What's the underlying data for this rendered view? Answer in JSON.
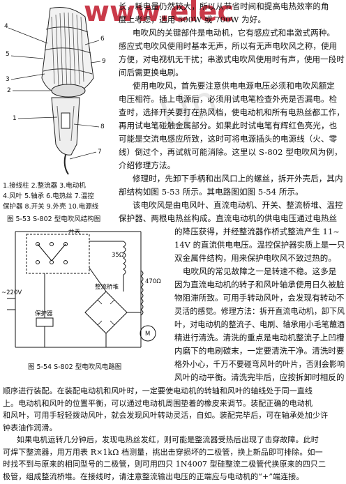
{
  "watermark": {
    "text": "www.elec",
    "color": "#c0182a"
  },
  "figure_5_53": {
    "callouts": [
      "1",
      "2",
      "3",
      "4",
      "5",
      "6",
      "7",
      "8",
      "9"
    ],
    "legend": [
      "1.接线柱  2.整流器  3.电动机",
      "4.风叶  5.轴承  6.电热丝  7.温控",
      "保护器  8.开关  9.外壳  10.电源线"
    ],
    "caption": "图 5-53   S-802 型电吹风结构图"
  },
  "figure_5_54": {
    "switch_label": "开关",
    "res1": "35Ω",
    "res2": "470Ω",
    "bridge_label": "整流桥堆",
    "voltage": "~220V",
    "protector": "保护器",
    "motor": "M",
    "caption": "图 5-54   S-802 型电吹风电路图"
  },
  "text": {
    "top_lines": [
      "长，耗电量仍然较大，所以从节省时间和提高电热效率的角",
      "度上考虑，选用 500W 或 700W 为好。",
      "电吹风的关键部件是电动机，它有感应式和串激式两种。",
      "感应式电吹风使用时基本无声，所以有无声电吹风之称，使用",
      "方便，对电视机无干扰；串激式电吹风使用时有声，使用一段时",
      "间后需更换电刷。",
      "使用电吹风，首先要注意供电电源电压必须和电吹风额定",
      "电压相符。插上电源后，必须用试电笔检查外壳是否漏电。检",
      "查时，选择开关要打在热风档，使电动机和所有电热丝都工作，",
      "再用试电笔碰触金属部分。如果此时试电笔有辉红色亮光，也",
      "可能是交流电感应所致，这时可将电源插头的电源线（火、零",
      "线）倒过个，再试就可能消除。这里以 S-802 型电吹风为例，",
      "介绍修理方法。",
      "修理时，先卸下手柄和出风口上的螺丝，拆开外壳后，其内",
      "部结构如图 5-53 所示。其电路图如图 5-54 所示。",
      "该电吹风是由电风叶、直流电动机、开关、整流桥堆、温控",
      "保护器、两根电热丝构成。直流电动机的供电电压通过电热丝"
    ],
    "right_lines": [
      "的降压获得，并经整流器作桥式整流产生 11~",
      "14V 的直流供电电压。温控保护器实质上是一只",
      "双金属件结构，用来保护电吹风不致过热的。",
      "电吹风的常见故障之一是转速不稳。这多是",
      "因为直流电动机的转子和风叶轴承使用日久被脏",
      "物阻滞所致。可用手转动风叶，会发现有转动不",
      "灵活的感觉。修理方法：拆开直流电动机，卸下风",
      "叶，对电动机的整流子、电刷、轴承用小毛笔蘸酒",
      "精进行清洗。清洗的重点是电动机整流子上凹槽",
      "内磨下的电刷碳末，一定要清洗干净。清洗时要",
      "格外小心，千万不要碰弯风叶的叶片，否则会影响",
      "风叶的动平衡。清洗完毕后，应按拆卸时相反的"
    ],
    "bottom_lines": [
      "顺序进行装配。在装配电动机和风叶时，一定要使电动机的转轴和风叶的轴线处于同一直线",
      "上。电动机和风叶的位置平衡，可以通过电动机周围垫着的橡皮来调节。装配正确的电动机",
      "和风叶，可用手轻轻拨动风叶，就会发现风叶转动灵活，自如。装配完毕后，可在轴承处加少许",
      "钟表油作润滑。",
      "如果电机运转几分钟后，发现电热丝发红，则可能是整流器受热后出现了击穿故障。此时",
      "可焊下整流器，用万用表 R×1kΩ 档测量，挑出击穿损坏的二极管，换上新品即可排除。如一",
      "时找不到与原来的相同型号的二极管，则可用四只 1N4007 型硅整流二极管代换原来的四只二",
      "极管，组成整流桥堆。在接线时，请注意整流输出电压的正端应与电动机的“+”端连接。"
    ]
  }
}
